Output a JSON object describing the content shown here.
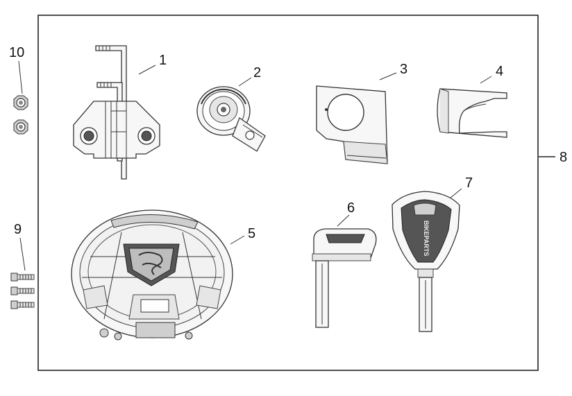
{
  "callouts": {
    "c1": "1",
    "c2": "2",
    "c3": "3",
    "c4": "4",
    "c5": "5",
    "c6": "6",
    "c7": "7",
    "c8": "8",
    "c9": "9",
    "c10": "10"
  },
  "key_brand_text": "BIKEPARTS",
  "colors": {
    "line": "#222222",
    "frame": "#222222",
    "background": "#ffffff"
  }
}
